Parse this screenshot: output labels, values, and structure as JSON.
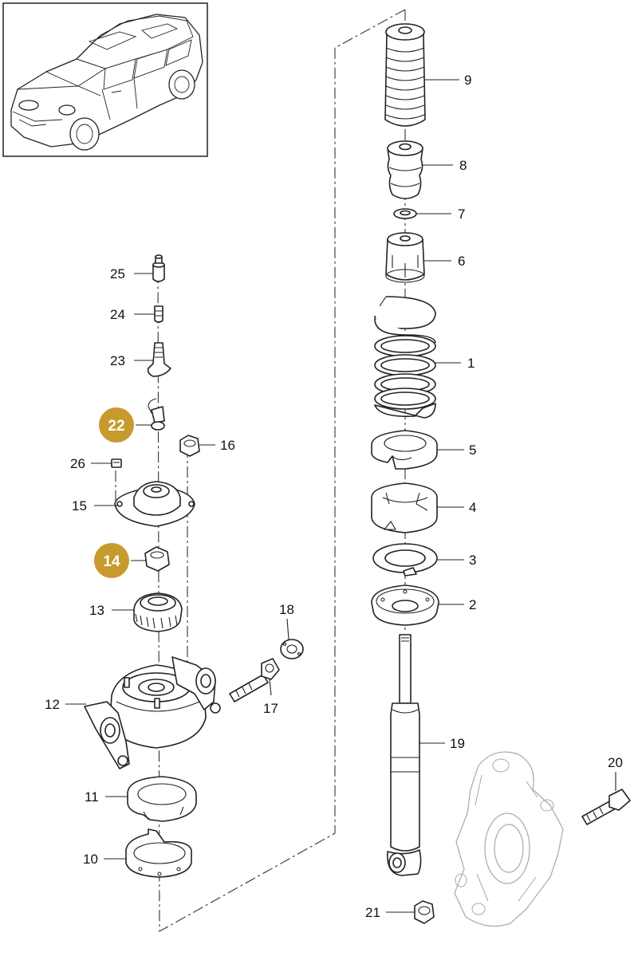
{
  "callouts": [
    {
      "num": "1"
    },
    {
      "num": "2"
    },
    {
      "num": "3"
    },
    {
      "num": "4"
    },
    {
      "num": "5"
    },
    {
      "num": "6"
    },
    {
      "num": "7"
    },
    {
      "num": "8"
    },
    {
      "num": "9"
    },
    {
      "num": "10"
    },
    {
      "num": "11"
    },
    {
      "num": "12"
    },
    {
      "num": "13"
    },
    {
      "num": "14",
      "highlighted": true
    },
    {
      "num": "15"
    },
    {
      "num": "16"
    },
    {
      "num": "17"
    },
    {
      "num": "18"
    },
    {
      "num": "19"
    },
    {
      "num": "20"
    },
    {
      "num": "21"
    },
    {
      "num": "22",
      "highlighted": true
    },
    {
      "num": "23"
    },
    {
      "num": "24"
    },
    {
      "num": "25"
    },
    {
      "num": "26"
    }
  ],
  "colors": {
    "highlight_badge": "#c79a2e",
    "line": "#222222",
    "ghost_part": "#a8a8a8"
  }
}
